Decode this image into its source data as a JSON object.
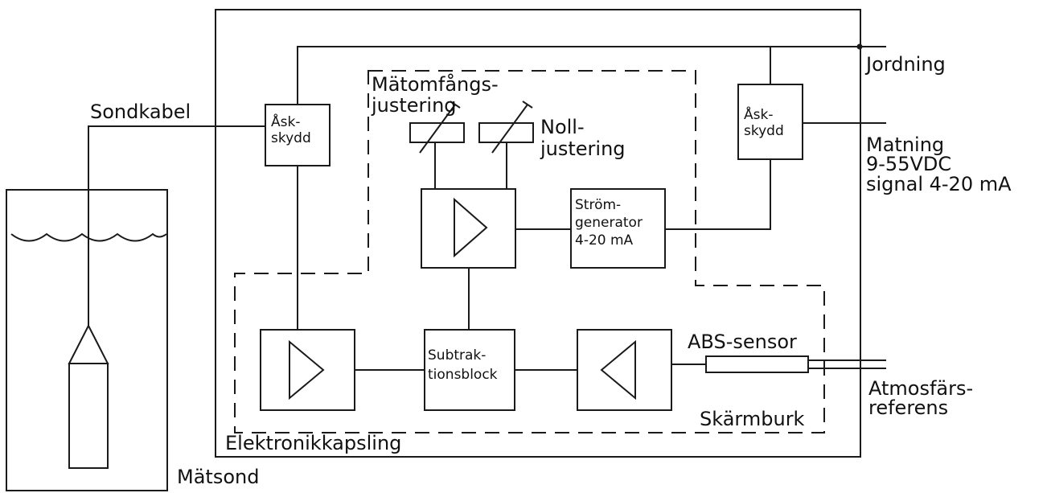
{
  "labels": {
    "sondkabel": "Sondkabel",
    "matsond": "Mätsond",
    "elektronikkapsling": "Elektronikkapsling",
    "skarmburk": "Skärmburk",
    "matomfangs_line1": "Mätomfångs-",
    "matomfangs_line2": "justering",
    "noll_line1": "Noll-",
    "noll_line2": "justering",
    "jordning": "Jordning",
    "matning_line1": "Matning",
    "matning_line2": "9-55VDC",
    "matning_line3": "signal 4-20 mA",
    "abs_sensor": "ABS-sensor",
    "atmos_line1": "Atmosfärs-",
    "atmos_line2": "referens"
  },
  "blocks": {
    "askskydd_left": {
      "line1": "Åsk-",
      "line2": "skydd"
    },
    "askskydd_right": {
      "line1": "Åsk-",
      "line2": "skydd"
    },
    "stromgenerator": {
      "line1": "Ström-",
      "line2": "generator",
      "line3": "4-20 mA"
    },
    "subtraktion": {
      "line1": "Subtrak-",
      "line2": "tionsblock"
    }
  }
}
